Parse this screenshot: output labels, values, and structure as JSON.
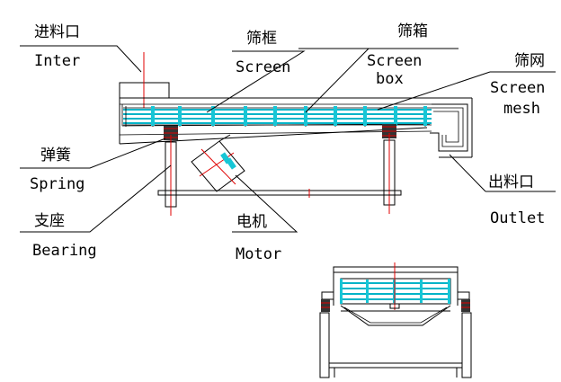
{
  "labels": {
    "inlet_cn": "进料口",
    "inlet_en": "Inter",
    "screen_frame_cn": "筛框",
    "screen_frame_en": "Screen",
    "screen_box_cn": "筛箱",
    "screen_box_en_1": "Screen",
    "screen_box_en_2": "box",
    "screen_mesh_cn": "筛网",
    "screen_mesh_en_1": "Screen",
    "screen_mesh_en_2": "mesh",
    "spring_cn": "弹簧",
    "spring_en": "Spring",
    "outlet_cn": "出料口",
    "outlet_en": "Outlet",
    "bearing_cn": "支座",
    "bearing_en": "Bearing",
    "motor_cn": "电机",
    "motor_en": "Motor"
  },
  "colors": {
    "line": "#000000",
    "mesh": "#00b4c8",
    "centerline": "#e00000"
  }
}
